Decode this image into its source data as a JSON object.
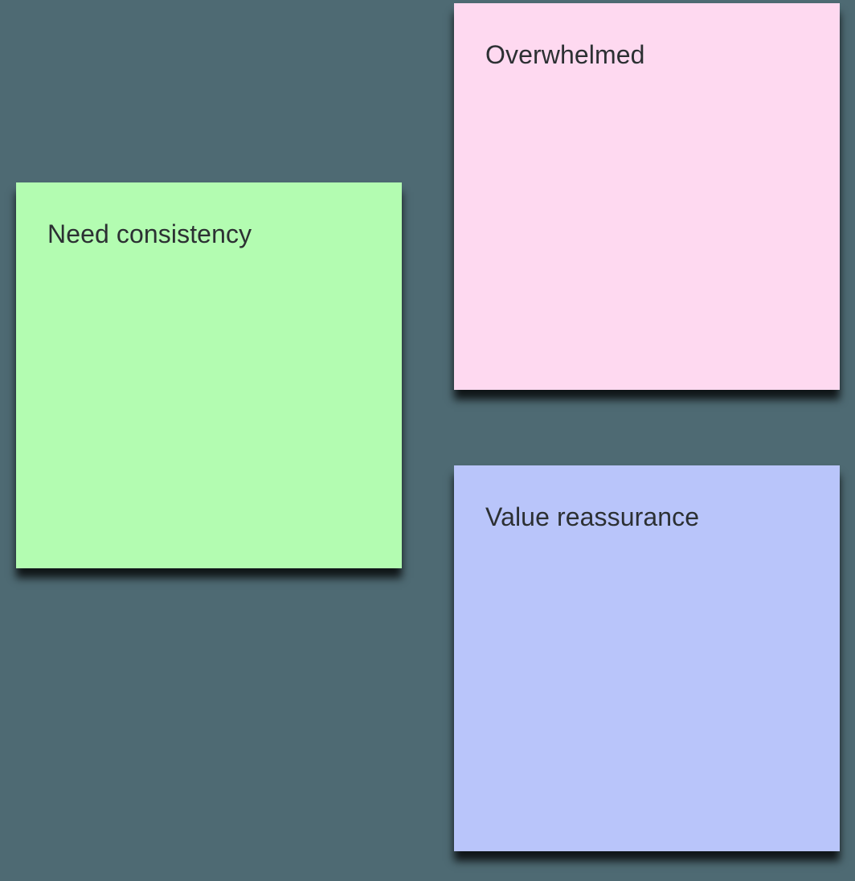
{
  "canvas": {
    "background_color": "#4e6a73"
  },
  "text_color": "#2c3033",
  "notes": [
    {
      "id": "need-consistency",
      "label": "Need consistency",
      "color": "#b3fcb1"
    },
    {
      "id": "overwhelmed",
      "label": "Overwhelmed",
      "color": "#fed9f0"
    },
    {
      "id": "value-reassurance",
      "label": "Value reassurance",
      "color": "#b9c5fa"
    }
  ]
}
